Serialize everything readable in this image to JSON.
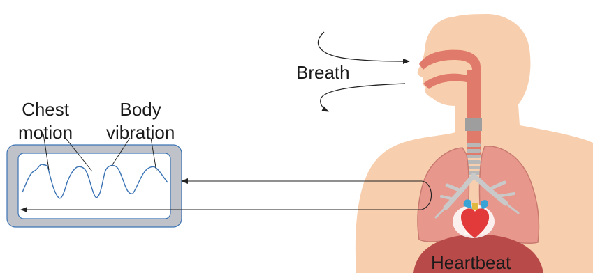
{
  "labels": {
    "breath": "Breath",
    "chest_motion": [
      "Chest",
      "motion"
    ],
    "body_vibration": [
      "Body",
      "vibration"
    ],
    "heartbeat": "Heartbeat"
  },
  "colors": {
    "skin": "#f8cfae",
    "airway": "#e07a6a",
    "lung": "#e8978c",
    "lung_outline": "#c97a70",
    "bronchi": "#c9c9c9",
    "diaphragm": "#b84a4a",
    "heart": "#e23a3a",
    "heart_vessel": "#3aa3d6",
    "signal_line": "#3b73b4",
    "monitor_frame": "#bfc3c9",
    "arrow": "#222222"
  },
  "icons": {
    "breath_in": "curved-arrow-icon",
    "breath_out": "curved-arrow-icon"
  }
}
